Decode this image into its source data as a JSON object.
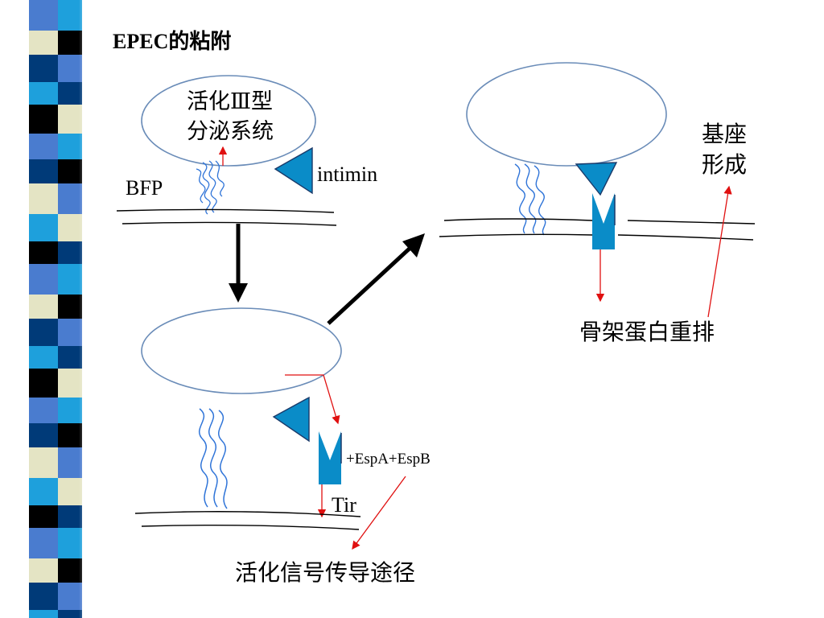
{
  "slide": {
    "title": "EPEC的粘附"
  },
  "labels": {
    "t3ss_line1": "活化Ⅲ型",
    "t3ss_line2": "分泌系统",
    "intimin": "intimin",
    "bfp": "BFP",
    "pedestal_line1": "基座",
    "pedestal_line2": "形成",
    "cytoskeleton": "骨架蛋白重排",
    "espab": "+EspA+EspB",
    "tir": "Tir",
    "signal": "活化信号传导途径"
  },
  "colors": {
    "ellipse_stroke": "#6a8cb8",
    "pili": "#2f74d8",
    "intimin_fill": "#0a8cc8",
    "arrow_red": "#e01010",
    "stripe_a": "#4a7ccf",
    "stripe_b": "#e4e4c4",
    "stripe_c": "#003a78",
    "stripe_d": "#1ea0dc",
    "stripe_e": "#000000"
  }
}
